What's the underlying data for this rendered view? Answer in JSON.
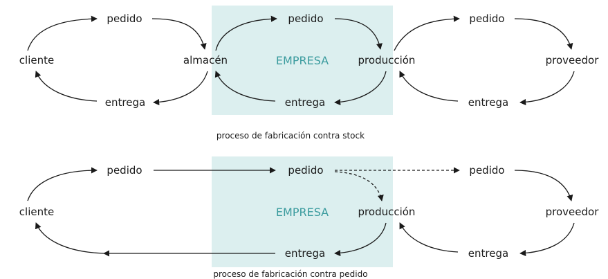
{
  "colors": {
    "company_band": "#dcefef",
    "company_text": "#3a9b9e",
    "line": "#1a1a1a"
  },
  "top": {
    "company": "EMPRESA",
    "caption": "proceso de fabricación contra stock",
    "nodes": {
      "pedido_left": "pedido",
      "entrega_left": "entrega",
      "cliente": "cliente",
      "almacen": "almacén",
      "pedido_center": "pedido",
      "entrega_center": "entrega",
      "produccion": "producción",
      "pedido_right": "pedido",
      "entrega_right": "entrega",
      "proveedor": "proveedor"
    }
  },
  "bottom": {
    "company": "EMPRESA",
    "caption": "proceso de fabricación contra pedido",
    "nodes": {
      "pedido_left": "pedido",
      "cliente": "cliente",
      "pedido_center": "pedido",
      "entrega_center": "entrega",
      "produccion": "producción",
      "pedido_right": "pedido",
      "entrega_right": "entrega",
      "proveedor": "proveedor"
    }
  }
}
